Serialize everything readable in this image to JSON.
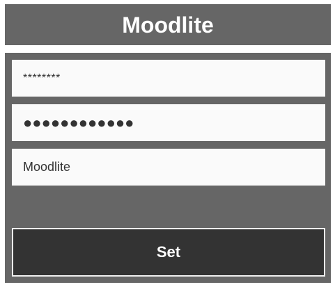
{
  "header": {
    "title": "Moodlite"
  },
  "form": {
    "ssid_field": {
      "value": "********"
    },
    "password_field": {
      "value": "●●●●●●●●●●●●"
    },
    "device_name_field": {
      "value": "Moodlite"
    },
    "set_button_label": "Set"
  },
  "colors": {
    "header_bg": "#666666",
    "panel_bg": "#666666",
    "field_bg": "#fafafa",
    "button_bg": "#333333",
    "text_light": "#ffffff",
    "text_dark": "#333333"
  }
}
